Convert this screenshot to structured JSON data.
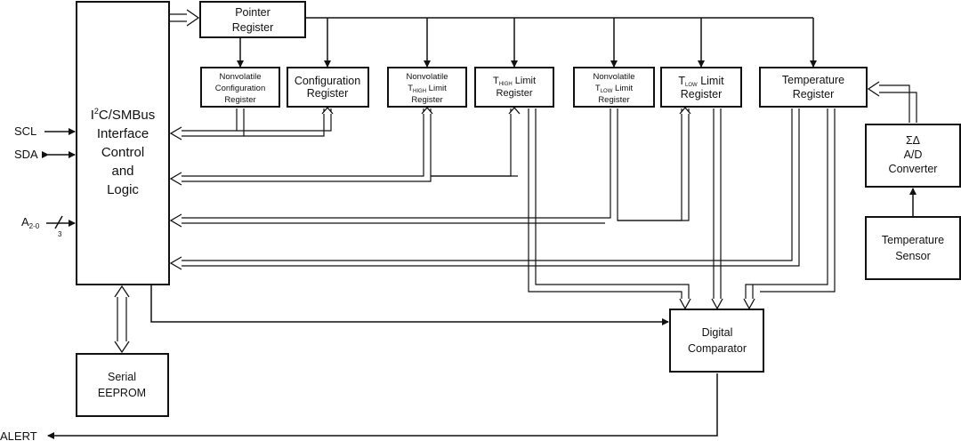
{
  "blocks": {
    "interface": {
      "line1_pre": "I",
      "line1_sup": "2",
      "line1_post": "C/SMBus",
      "line2": "Interface",
      "line3": "Control",
      "line4": "and",
      "line5": "Logic"
    },
    "pointer": {
      "line1": "Pointer",
      "line2": "Register"
    },
    "nv_config": {
      "line1": "Nonvolatile",
      "line2": "Configuration",
      "line3": "Register"
    },
    "config": {
      "line1": "Configuration",
      "line2": "Register"
    },
    "nv_thigh": {
      "line1": "Nonvolatile",
      "t": "T",
      "sub": "HIGH",
      "limit": " Limit",
      "line3": "Register"
    },
    "thigh": {
      "t": "T",
      "sub": "HIGH",
      "limit": " Limit",
      "line2": "Register"
    },
    "nv_tlow": {
      "line1": "Nonvolatile",
      "t": "T",
      "sub": "LOW",
      "limit": " Limit",
      "line3": "Register"
    },
    "tlow": {
      "t": "T",
      "sub": "LOW",
      "limit": " Limit",
      "line2": "Register"
    },
    "temp_reg": {
      "line1": "Temperature",
      "line2": "Register"
    },
    "adc": {
      "line1": "ΣΔ",
      "line2": "A/D",
      "line3": "Converter"
    },
    "sensor": {
      "line1": "Temperature",
      "line2": "Sensor"
    },
    "comparator": {
      "line1": "Digital",
      "line2": "Comparator"
    },
    "eeprom": {
      "line1": "Serial",
      "line2": "EEPROM"
    }
  },
  "pins": {
    "scl": "SCL",
    "sda": "SDA",
    "addr": "A",
    "addr_sub": "2-0",
    "addr_width": "3",
    "alert": "ALERT"
  }
}
